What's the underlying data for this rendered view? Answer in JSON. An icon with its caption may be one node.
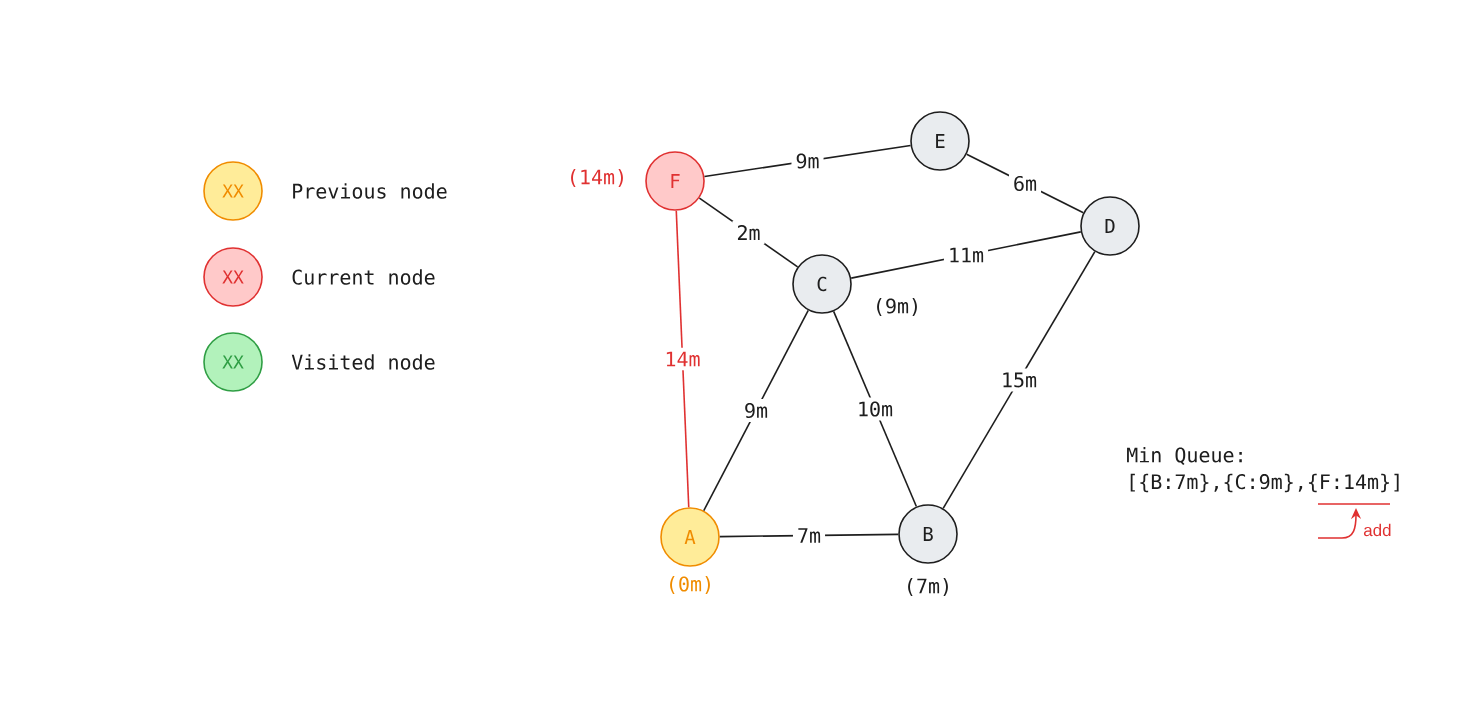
{
  "diagram": {
    "nodes": [
      {
        "text": [
          "F"
        ],
        "beside": [
          "(14m)"
        ]
      },
      {
        "text": [
          "E"
        ]
      },
      {
        "text": [
          "D"
        ]
      },
      {
        "text": [
          "C"
        ],
        "beside": [
          "(9m)"
        ]
      },
      {
        "text": [
          "A"
        ],
        "beside": [
          "(0m)"
        ]
      },
      {
        "text": [
          "B"
        ],
        "beside": [
          "(7m)"
        ]
      }
    ],
    "edges": [
      {
        "from": 0,
        "to": 1,
        "arrow": "none",
        "label": "9m"
      },
      {
        "from": 1,
        "to": 2,
        "arrow": "none",
        "label": "6m"
      },
      {
        "from": 0,
        "to": 3,
        "arrow": "none",
        "label": "2m"
      },
      {
        "from": 3,
        "to": 2,
        "arrow": "none",
        "label": "11m"
      },
      {
        "from": 0,
        "to": 4,
        "arrow": "none",
        "label": "14m",
        "color": "#e03131"
      },
      {
        "from": 3,
        "to": 4,
        "arrow": "none",
        "label": "9m"
      },
      {
        "from": 3,
        "to": 5,
        "arrow": "none",
        "label": "10m"
      },
      {
        "from": 2,
        "to": 5,
        "arrow": "none",
        "label": "15m"
      },
      {
        "from": 4,
        "to": 5,
        "arrow": "none",
        "label": "7m"
      }
    ],
    "labels": [
      "XX",
      "XX",
      "XX",
      "Min Queue:",
      "[{B:7m},{C:9m},{F:14m}]",
      "add"
    ],
    "legend": [
      {
        "text": "Previous node",
        "color": "#ffec99"
      },
      {
        "text": "Current node",
        "color": "#ffc9c9"
      },
      {
        "text": "Visited node",
        "color": "#b2f2bb"
      }
    ]
  }
}
